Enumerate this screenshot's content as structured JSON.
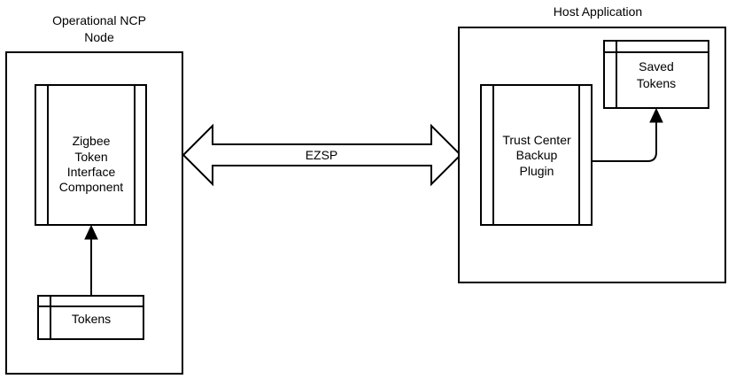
{
  "groups": {
    "ncp": {
      "title_line1": "Operational NCP",
      "title_line2": "Node"
    },
    "host": {
      "title": "Host Application"
    }
  },
  "components": {
    "zigbee_token_interface": {
      "line1": "Zigbee",
      "line2": "Token",
      "line3": "Interface",
      "line4": "Component"
    },
    "tokens": {
      "label": "Tokens"
    },
    "trust_center_backup": {
      "line1": "Trust Center",
      "line2": "Backup",
      "line3": "Plugin"
    },
    "saved_tokens": {
      "line1": "Saved",
      "line2": "Tokens"
    }
  },
  "connections": {
    "ezsp": {
      "label": "EZSP"
    }
  }
}
